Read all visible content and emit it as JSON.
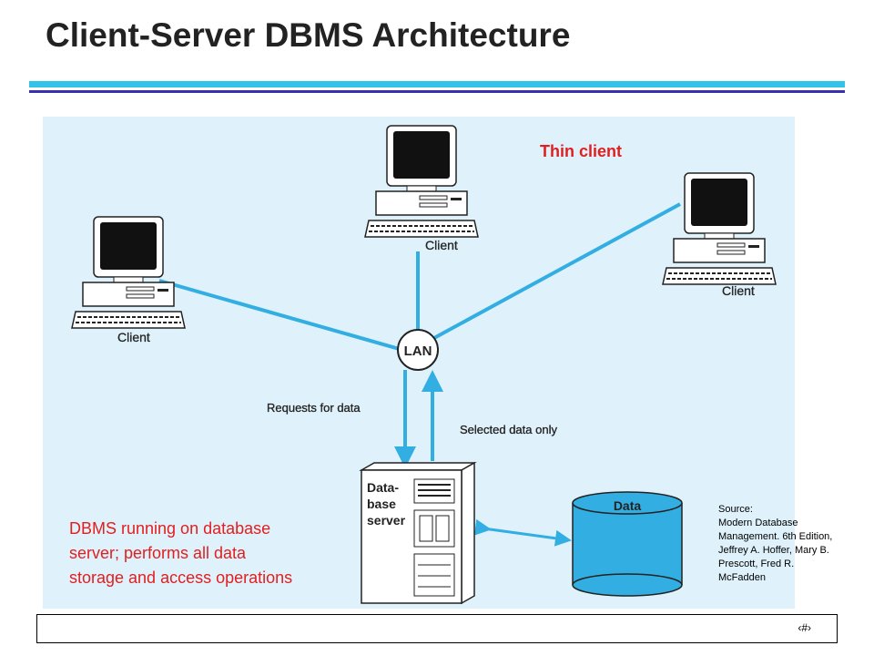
{
  "slide": {
    "title": "Client-Server DBMS Architecture",
    "page_number": "‹#›"
  },
  "diagram": {
    "thin_client_label": "Thin client",
    "clients": [
      "Client",
      "Client",
      "Client"
    ],
    "hub_label": "LAN",
    "request_label": "Requests for data",
    "response_label": "Selected data only",
    "server_label": [
      "Data-",
      "base",
      "server"
    ],
    "storage_label": "Data",
    "dbms_note": [
      "DBMS running on database",
      "server; performs all data",
      "storage and access operations"
    ],
    "source_lines": [
      "Source:",
      "Modern Database",
      "Management. 6th Edition,",
      "Jeffrey A. Hoffer, Mary B.",
      "Prescott, Fred R.",
      "McFadden"
    ],
    "colors": {
      "link": "#33aee3",
      "accent_text": "#e02020",
      "panel": "#dff2fb"
    }
  }
}
